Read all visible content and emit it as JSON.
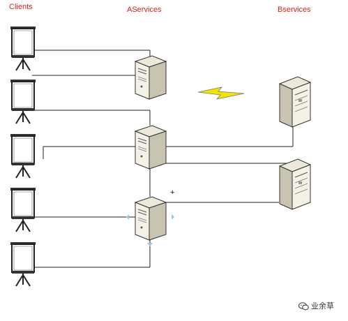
{
  "labels": {
    "clients": "Clients",
    "aservices": "AServices",
    "bservices": "Bservices",
    "watermark": "业余草"
  },
  "colors": {
    "label_red": "#e0201a",
    "line": "#222222",
    "lightning": "#f2e600",
    "server_body": "#f4f1e6",
    "server_side": "#c9c4b2"
  },
  "icons": [
    "projector-screen-icon",
    "tower-server-icon",
    "rack-server-icon",
    "lightning-bolt-icon",
    "wechat-icon"
  ],
  "diagram_marks": {
    "plus_sign": "+"
  }
}
